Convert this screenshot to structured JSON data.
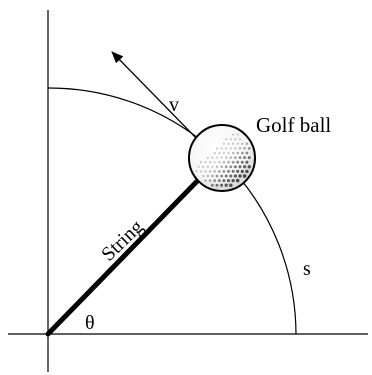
{
  "labels": {
    "velocity": "v",
    "ball": "Golf ball",
    "arc_length": "s",
    "string": "String",
    "angle": "θ"
  },
  "colors": {
    "ink": "#000000",
    "ball_fill": "#ffffff",
    "dimple": "#4a4a4a"
  }
}
